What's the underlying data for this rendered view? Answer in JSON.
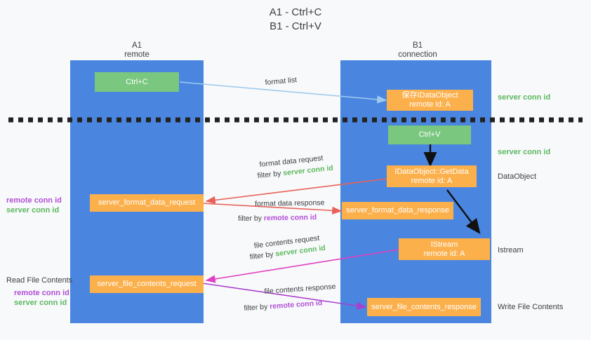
{
  "title": {
    "line1": "A1 - Ctrl+C",
    "line2": "B1 - Ctrl+V"
  },
  "colors": {
    "lane": "#4a86e0",
    "box_green": "#7ac77f",
    "box_orange": "#fbb04c",
    "server_conn": "#5cb860",
    "remote_conn": "#b14fd8",
    "arrow_blue": "#9ec9ee",
    "arrow_red": "#e8615a",
    "arrow_pink": "#e040c0",
    "arrow_purple": "#a93fd0",
    "arrow_black": "#111111",
    "background": "#f8f9fa",
    "text": "#3c4043"
  },
  "columns": [
    {
      "name": "A1",
      "sub": "remote"
    },
    {
      "name": "B1",
      "sub": "connection"
    }
  ],
  "boxes": {
    "ctrl_c": "Ctrl+C",
    "ctrl_v": "Ctrl+V",
    "save_idataobject_l1": "保存IDataObject",
    "save_idataobject_l2": "remote id: A",
    "getdata_l1": "IDataObject::GetData",
    "getdata_l2": "remote id: A",
    "istream_l1": "IStream",
    "istream_l2": "remote id: A",
    "server_format_data_request": "server_format_data_request",
    "server_format_data_response": "server_format_data_response",
    "server_file_contents_request": "server_file_contents_request",
    "server_file_contents_response": "server_file_contents_response"
  },
  "right_labels": {
    "server_conn_id_1": "server conn id",
    "server_conn_id_2": "server conn id",
    "dataobject": "DataObject",
    "istream": "Istream",
    "write_file_contents": "Write File Contents"
  },
  "left_labels": {
    "remote_conn_id_1": "remote conn id",
    "server_conn_id_1": "server conn id",
    "read_file_contents": "Read File Contents",
    "remote_conn_id_2": "remote conn id",
    "server_conn_id_2": "server conn id"
  },
  "flows": {
    "format_list": "format list",
    "format_data_request": "format data request",
    "format_data_request_filter_prefix": "filter by ",
    "format_data_request_filter_value": "server conn id",
    "format_data_response": "format data response",
    "format_data_response_filter_prefix": "filter by ",
    "format_data_response_filter_value": "remote conn id",
    "file_contents_request": "file contents request",
    "file_contents_request_filter_prefix": "filter by ",
    "file_contents_request_filter_value": "server conn id",
    "file_contents_response": "file contents response",
    "file_contents_response_filter_prefix": "filter by ",
    "file_contents_response_filter_value": "remote conn id"
  }
}
